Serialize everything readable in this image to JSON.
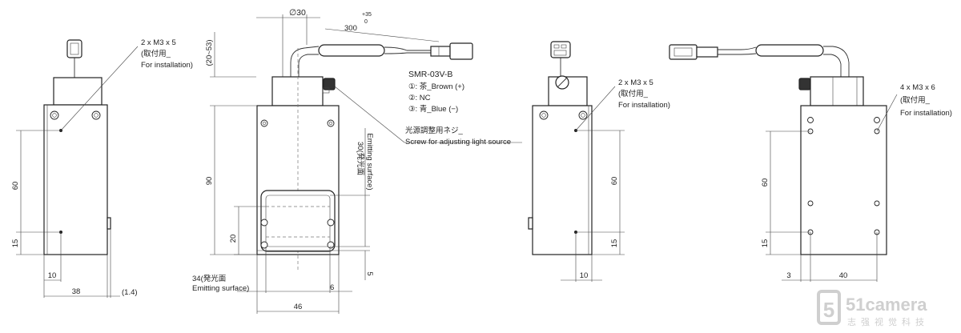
{
  "diagram": {
    "dimensions": {
      "view1_pitch_60": "60",
      "view1_pitch_15": "15",
      "view1_offset_10": "10",
      "view1_width_38": "38",
      "view1_thickness": "(1.4)",
      "view2_diameter": "∅30",
      "view2_cable_length": "300",
      "view2_tol_upper": "+35",
      "view2_tol_lower": "0",
      "view2_connector_height": "(20~53)",
      "view2_height_90": "90",
      "view2_window_30": "30(発光面",
      "view2_window_30_en": "Emitting surface)",
      "view2_window_20": "20",
      "view2_bottom_5": "5",
      "view2_window_34": "34(発光面",
      "view2_window_34_en": "Emitting surface)",
      "view2_margin_6": "6",
      "view2_width_46": "46",
      "view3_pitch_60": "60",
      "view3_pitch_15": "15",
      "view3_offset_10": "10",
      "view4_pitch_60": "60",
      "view4_pitch_15": "15",
      "view4_offset_3": "3",
      "view4_width_40": "40"
    },
    "labels": {
      "mount_2x_a": "2 x M3 x 5",
      "mount_jp_a": "(取付用_",
      "mount_en_a": "For installation)",
      "connector_model": "SMR-03V-B",
      "pin1": "①: 茶_Brown  (+)",
      "pin2": "②: NC",
      "pin3": "③: 青_Blue    (−)",
      "screw_jp": "光源調整用ネジ_",
      "screw_en": "Screw for adjusting light source",
      "mount_2x_b": "2 x M3 x 5",
      "mount_jp_b": "(取付用_",
      "mount_en_b": "For installation)",
      "mount_4x": "4 x M3 x 6",
      "mount_jp_c": "(取付用_",
      "mount_en_c": "For installation)"
    },
    "watermark": {
      "brand": "51camera",
      "subtitle": "志强视觉科技"
    }
  }
}
